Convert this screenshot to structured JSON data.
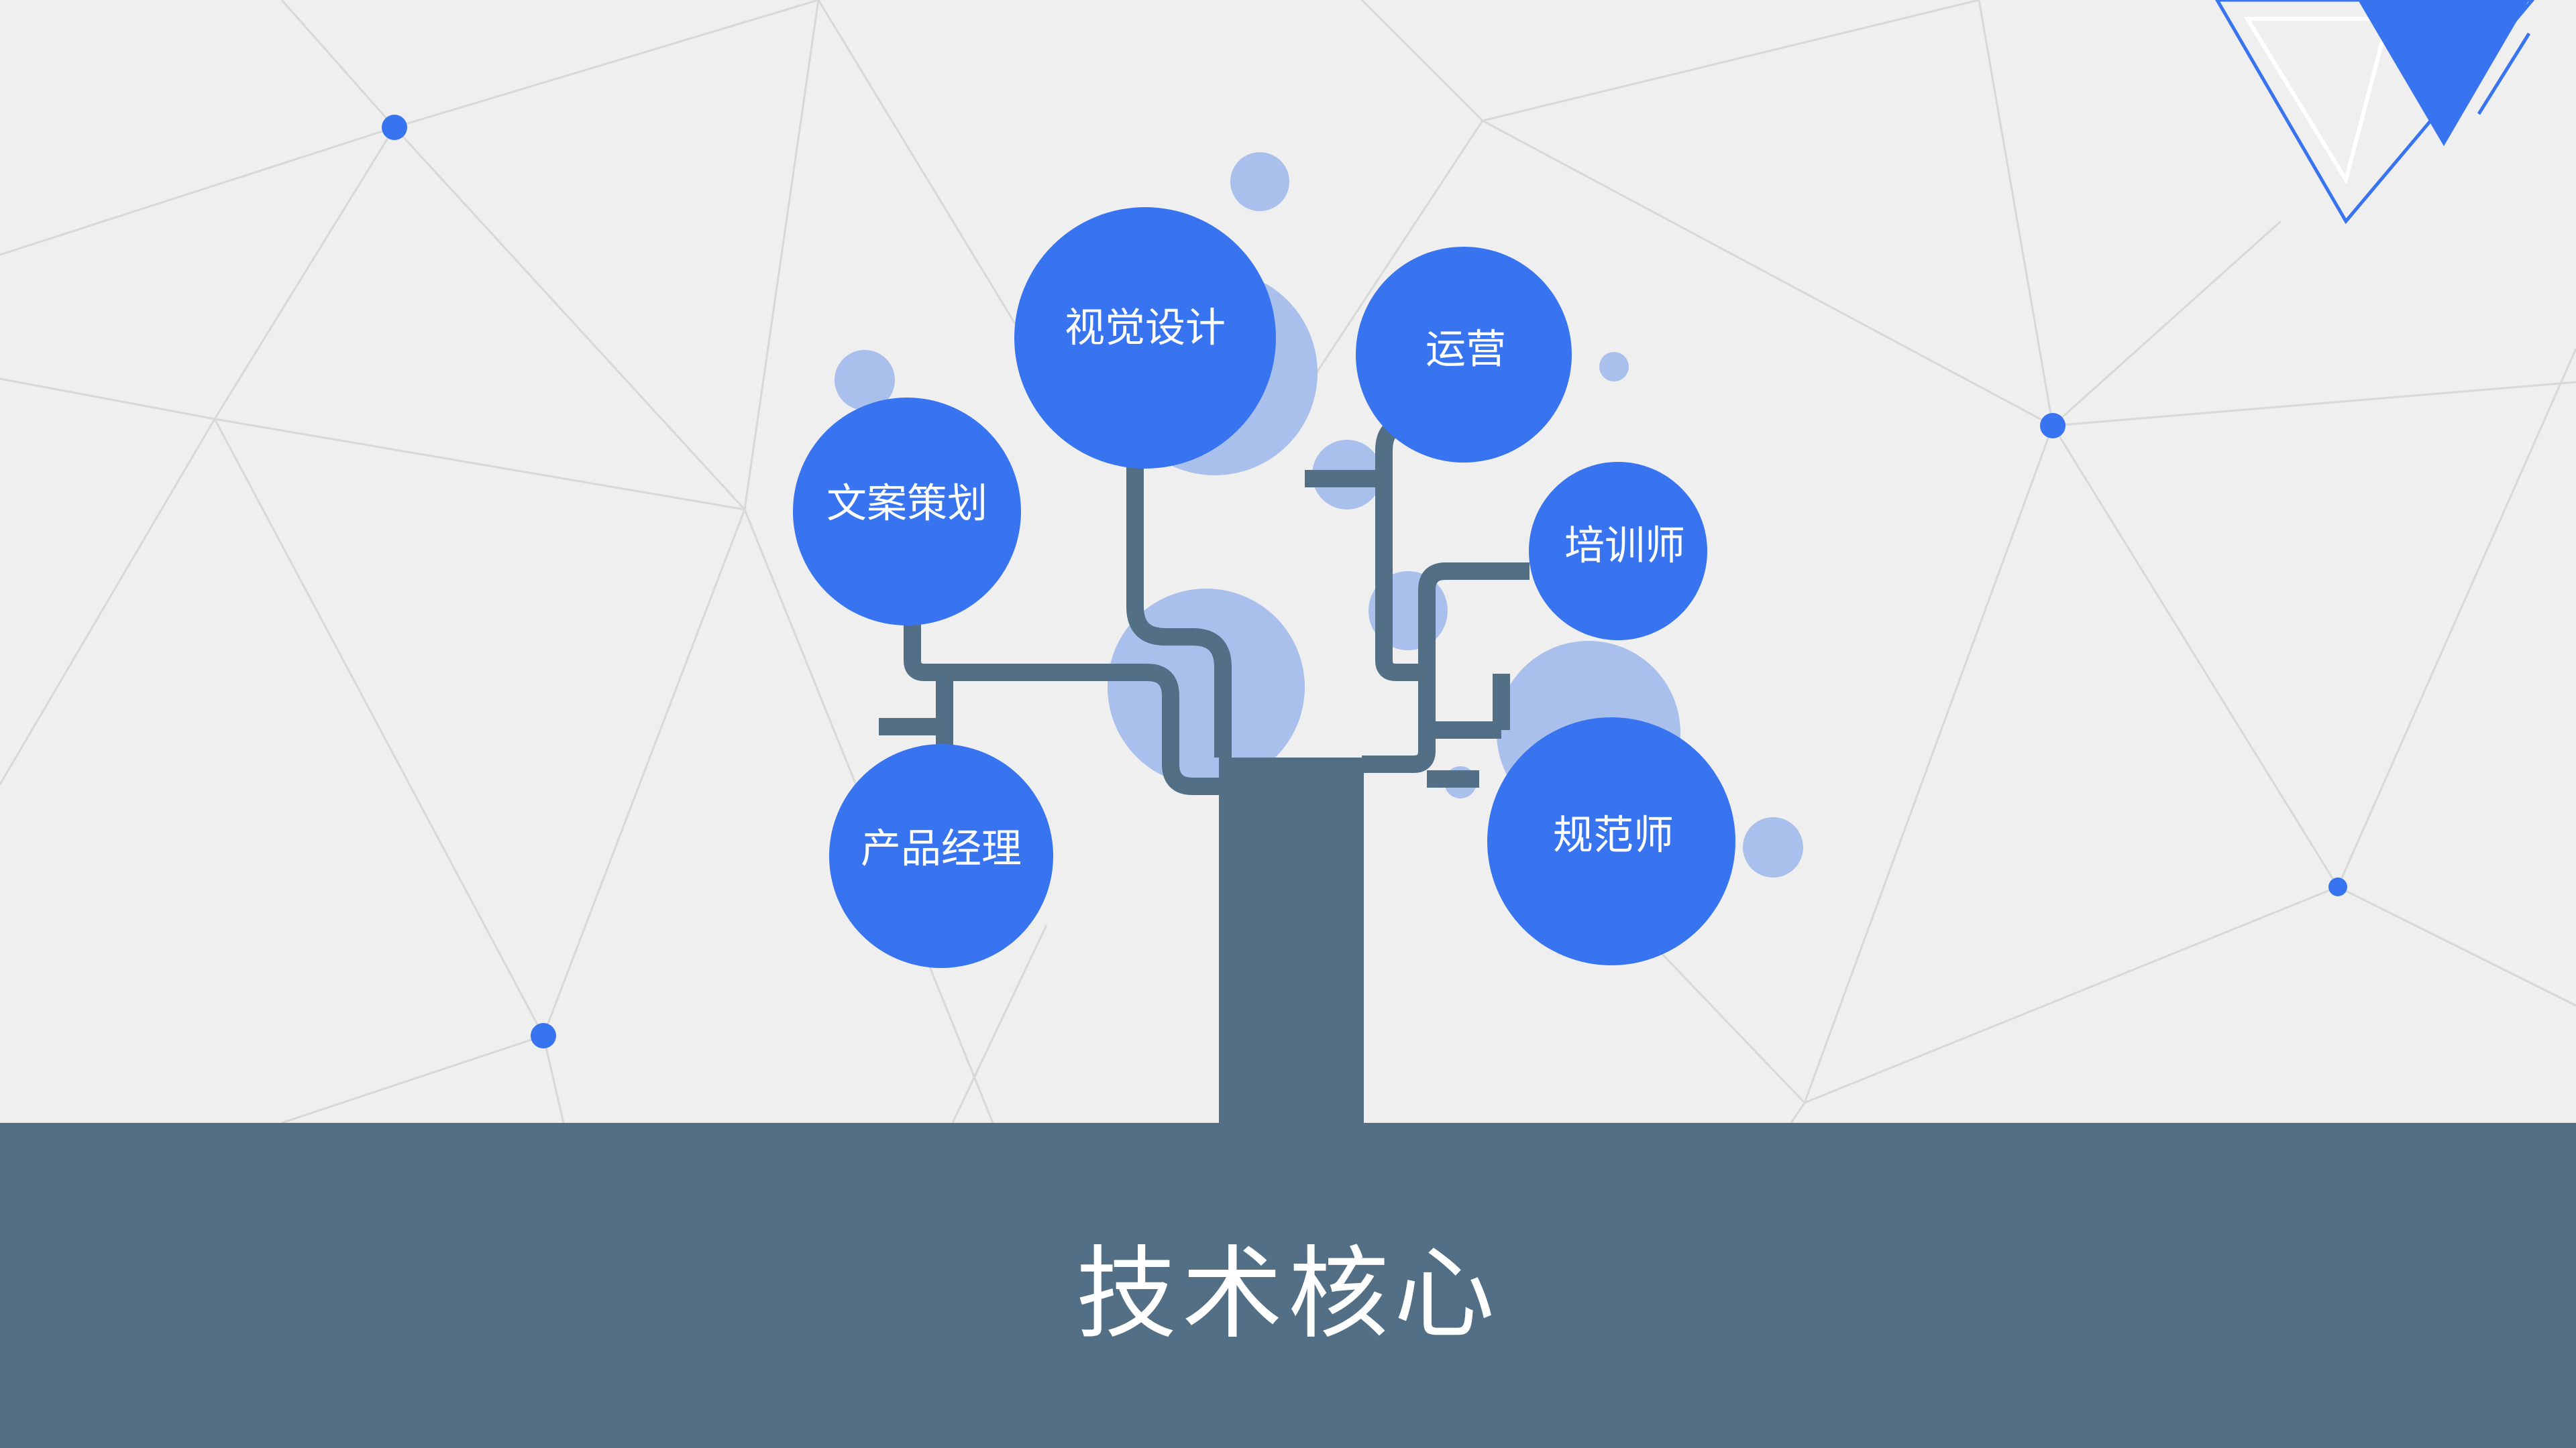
{
  "slide": {
    "title": "技术核心",
    "roles": [
      "视觉设计",
      "文案策划",
      "产品经理",
      "运营",
      "培训师",
      "规范师"
    ]
  },
  "colors": {
    "background": "#efefef",
    "accent_blue": "#3874ef",
    "light_blue": "#a9bfec",
    "trunk_slate": "#526f86",
    "network_line": "#d6d6d6"
  }
}
